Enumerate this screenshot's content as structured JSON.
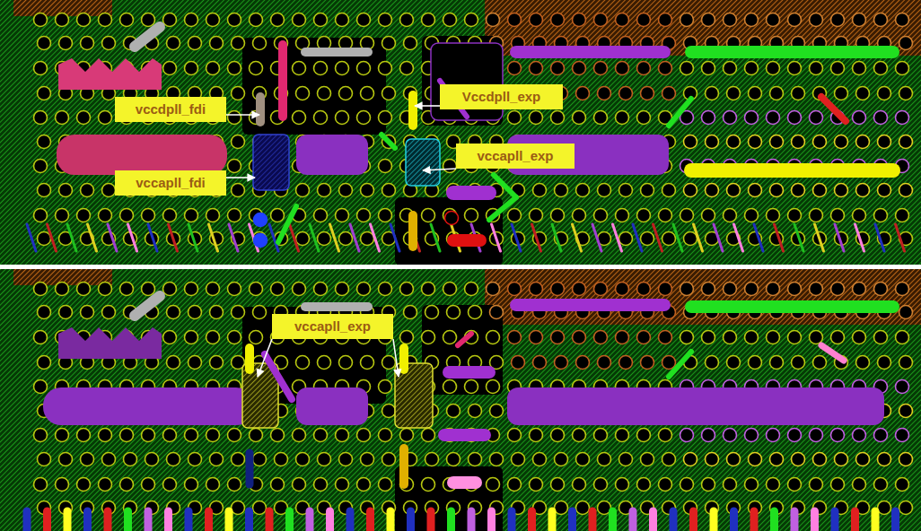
{
  "diagram": {
    "nodes": [
      {
        "text": [
          "Vccdpll_exp"
        ]
      },
      {
        "text": [
          "vccdpll_fdi"
        ]
      },
      {
        "text": [
          "vccapll_exp"
        ]
      },
      {
        "text": [
          "vccapll_fdi"
        ]
      },
      {
        "text": [
          "vccapll_exp"
        ]
      }
    ]
  }
}
